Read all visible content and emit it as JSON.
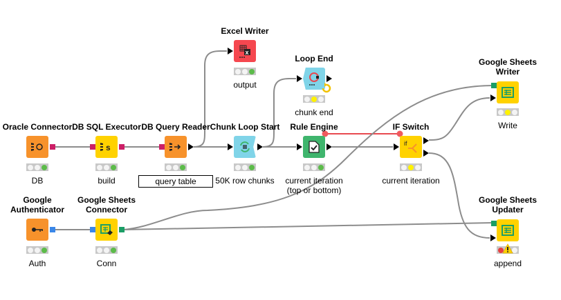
{
  "workflow": {
    "nodes": [
      {
        "id": "oracle-connector",
        "title": "Oracle Connector",
        "annotation": "DB",
        "status": "green",
        "color": "#f7922b",
        "icon": "database-connector-icon"
      },
      {
        "id": "db-sql-executor",
        "title": "DB SQL Executor",
        "annotation": "build",
        "status": "green",
        "color": "#ffd200",
        "icon": "sql-executor-icon"
      },
      {
        "id": "db-query-reader",
        "title": "DB Query Reader",
        "annotation": "query table",
        "status": "green",
        "color": "#f7922b",
        "icon": "query-reader-icon"
      },
      {
        "id": "chunk-loop-start",
        "title": "Chunk Loop Start",
        "annotation": "50K row chunks",
        "status": "green",
        "color": "#80d4e8",
        "icon": "loop-start-icon"
      },
      {
        "id": "excel-writer",
        "title": "Excel Writer",
        "annotation": "output",
        "status": "green",
        "color": "#f5474f",
        "icon": "excel-icon"
      },
      {
        "id": "loop-end",
        "title": "Loop End",
        "annotation": "chunk end",
        "status": "yellow",
        "color": "#80d4e8",
        "icon": "loop-end-icon"
      },
      {
        "id": "rule-engine",
        "title": "Rule Engine",
        "annotation_line1": "current iteration",
        "annotation_line2": "(top or bottom)",
        "status": "green",
        "color": "#3fb56d",
        "icon": "rule-document-icon"
      },
      {
        "id": "if-switch",
        "title": "IF Switch",
        "annotation": "current iteration",
        "status": "yellow",
        "color": "#ffd200",
        "icon": "if-switch-icon"
      },
      {
        "id": "google-sheets-writer",
        "title_line1": "Google Sheets",
        "title_line2": "Writer",
        "annotation": "Write",
        "status": "yellow",
        "color": "#ffd200",
        "icon": "sheets-icon"
      },
      {
        "id": "google-authenticator",
        "title_line1": "Google",
        "title_line2": "Authenticator",
        "annotation": "Auth",
        "status": "green",
        "color": "#f7922b",
        "icon": "key-icon"
      },
      {
        "id": "google-sheets-connector",
        "title_line1": "Google Sheets",
        "title_line2": "Connector",
        "annotation": "Conn",
        "status": "green",
        "color": "#ffd200",
        "icon": "sheets-connector-icon"
      },
      {
        "id": "google-sheets-updater",
        "title_line1": "Google Sheets",
        "title_line2": "Updater",
        "annotation": "append",
        "status": "error-warning",
        "color": "#ffd200",
        "icon": "sheets-icon"
      }
    ],
    "connections": [
      {
        "from": "oracle-connector",
        "to": "db-sql-executor",
        "type": "database"
      },
      {
        "from": "db-sql-executor",
        "to": "db-query-reader",
        "type": "database"
      },
      {
        "from": "db-query-reader",
        "to": "chunk-loop-start",
        "type": "data"
      },
      {
        "from": "db-query-reader",
        "to": "excel-writer",
        "type": "data"
      },
      {
        "from": "chunk-loop-start",
        "to": "rule-engine",
        "type": "data"
      },
      {
        "from": "chunk-loop-start",
        "to": "loop-end",
        "type": "data"
      },
      {
        "from": "rule-engine",
        "to": "if-switch",
        "type": "data"
      },
      {
        "from": "rule-engine",
        "to": "if-switch",
        "type": "flow-variable"
      },
      {
        "from": "if-switch",
        "to": "google-sheets-writer",
        "type": "data"
      },
      {
        "from": "if-switch",
        "to": "google-sheets-updater",
        "type": "data"
      },
      {
        "from": "google-authenticator",
        "to": "google-sheets-connector",
        "type": "google"
      },
      {
        "from": "google-sheets-connector",
        "to": "google-sheets-writer",
        "type": "sheets"
      },
      {
        "from": "google-sheets-connector",
        "to": "google-sheets-updater",
        "type": "sheets"
      }
    ]
  },
  "colors": {
    "wire": "#8c8c8c",
    "flow_variable": "#e8484f",
    "db_port": "#cc1f66",
    "google_port": "#3a87e8",
    "sheet_port": "#1b9e66"
  }
}
